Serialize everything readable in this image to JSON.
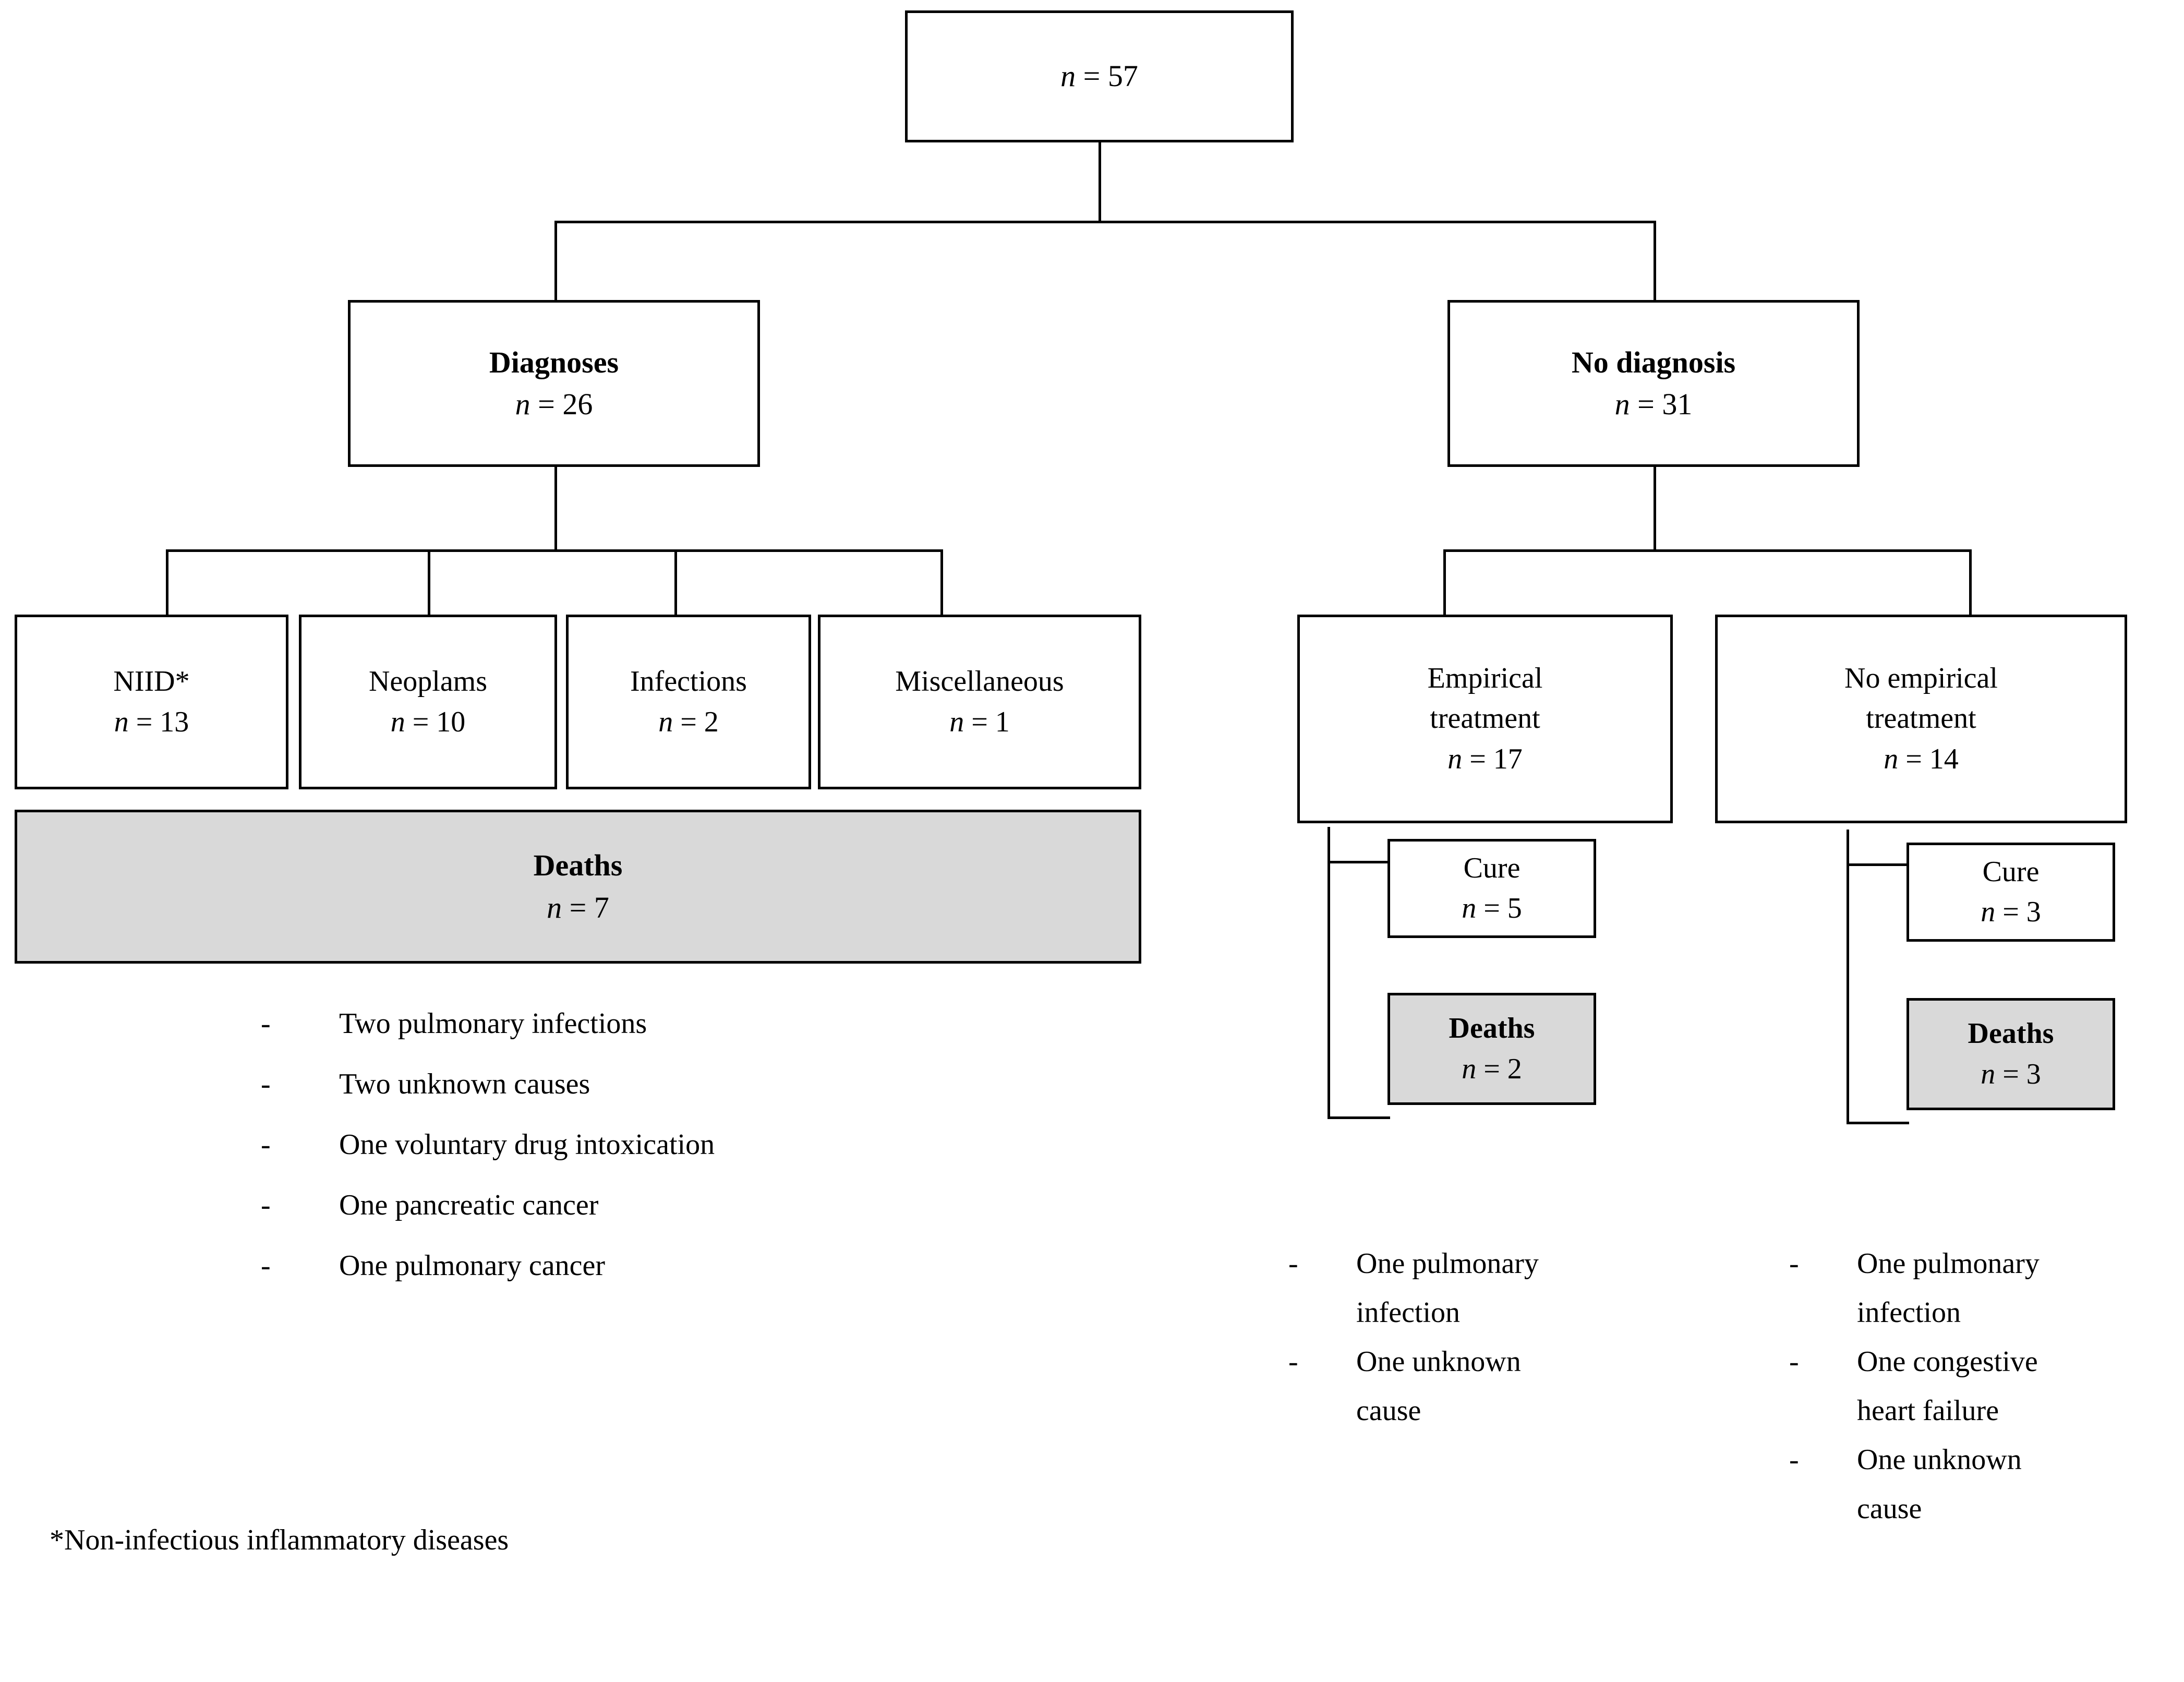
{
  "colors": {
    "line": "#000000",
    "box_fill": "#ffffff",
    "shaded_fill": "#d9d9d9",
    "text": "#000000"
  },
  "nodes": {
    "root": {
      "label": "",
      "n": "n = 57"
    },
    "diagnoses": {
      "label": "Diagnoses",
      "n": "n = 26"
    },
    "no_diagnosis": {
      "label": "No diagnosis",
      "n": "n = 31"
    },
    "niid": {
      "label": "NIID*",
      "n": "n = 13"
    },
    "neoplams": {
      "label": "Neoplams",
      "n": "n = 10"
    },
    "infections": {
      "label": "Infections",
      "n": "n = 2"
    },
    "miscellaneous": {
      "label": "Miscellaneous",
      "n": "n = 1"
    },
    "deaths_diagnoses": {
      "label": "Deaths",
      "n": "n = 7"
    },
    "empirical_treatment": {
      "label_line1": "Empirical",
      "label_line2": "treatment",
      "n": "n = 17"
    },
    "no_empirical_treatment": {
      "label_line1": "No empirical",
      "label_line2": "treatment",
      "n": "n = 14"
    },
    "cure_empirical": {
      "label": "Cure",
      "n": "n = 5"
    },
    "deaths_empirical": {
      "label": "Deaths",
      "n": "n = 2"
    },
    "cure_no_empirical": {
      "label": "Cure",
      "n": "n = 3"
    },
    "deaths_no_empirical": {
      "label": "Deaths",
      "n": "n = 3"
    }
  },
  "bullets": {
    "dash": "-",
    "deaths_diagnoses_causes": [
      "Two pulmonary infections",
      "Two unknown causes",
      "One voluntary drug intoxication",
      "One pancreatic cancer",
      "One pulmonary cancer"
    ],
    "deaths_empirical_causes": [
      [
        "One pulmonary",
        "infection"
      ],
      [
        "One unknown",
        "cause"
      ]
    ],
    "deaths_no_empirical_causes": [
      [
        "One pulmonary",
        "infection"
      ],
      [
        "One congestive",
        "heart failure"
      ],
      [
        "One unknown",
        "cause"
      ]
    ]
  },
  "footnote": "*Non-infectious inflammatory diseases"
}
